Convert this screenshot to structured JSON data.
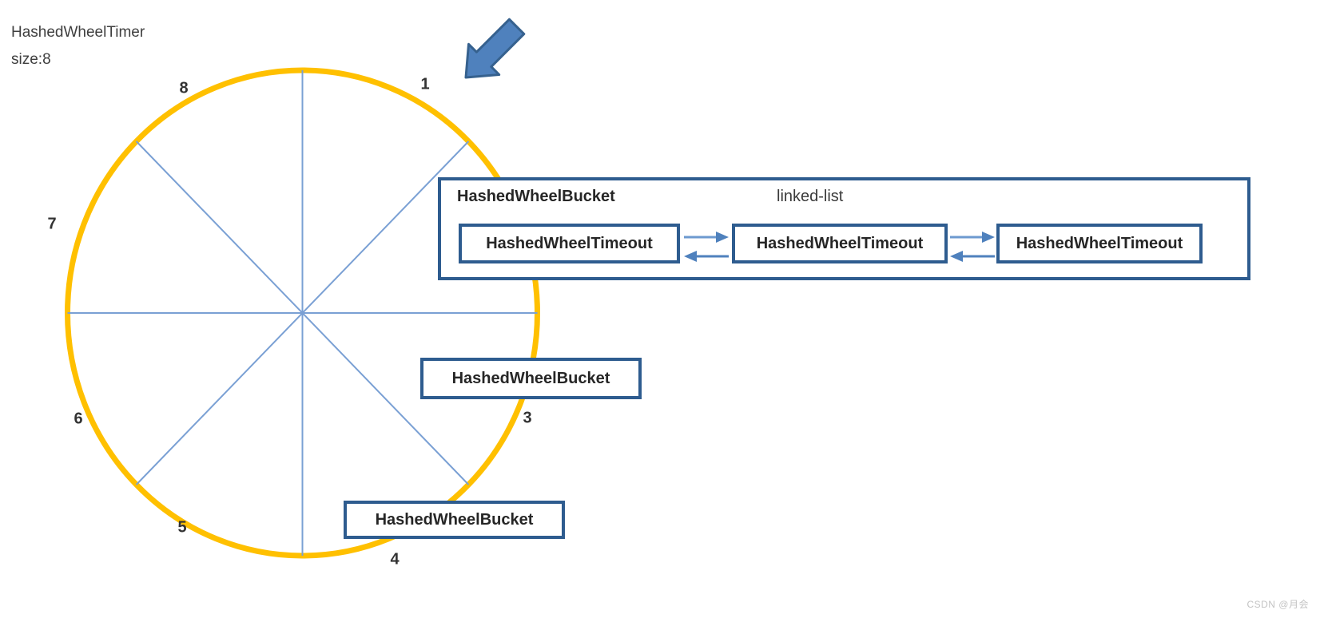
{
  "title_block": {
    "line1": "HashedWheelTimer",
    "line2": "size:8"
  },
  "wheel": {
    "labels": [
      {
        "text": "1"
      },
      {
        "text": "3"
      },
      {
        "text": "4"
      },
      {
        "text": "5"
      },
      {
        "text": "6"
      },
      {
        "text": "7"
      },
      {
        "text": "8"
      }
    ]
  },
  "bucket_detail": {
    "title": "HashedWheelBucket",
    "subtitle": "linked-list",
    "timeouts": [
      {
        "label": "HashedWheelTimeout"
      },
      {
        "label": "HashedWheelTimeout"
      },
      {
        "label": "HashedWheelTimeout"
      }
    ]
  },
  "buckets": [
    {
      "label": "HashedWheelBucket"
    },
    {
      "label": "HashedWheelBucket"
    }
  ],
  "icons": {
    "pointer_arrow": "down-left-block-arrow",
    "next_link": "right-arrow",
    "prev_link": "left-arrow"
  },
  "colors": {
    "ring": "#ffc000",
    "spoke": "#7aa0d4",
    "box_border": "#2e5c8f",
    "arrow_fill": "#4f81bd",
    "text": "#3a3a3a",
    "watermark": "#c3c3c3"
  },
  "watermark": {
    "text": "CSDN @月会"
  }
}
